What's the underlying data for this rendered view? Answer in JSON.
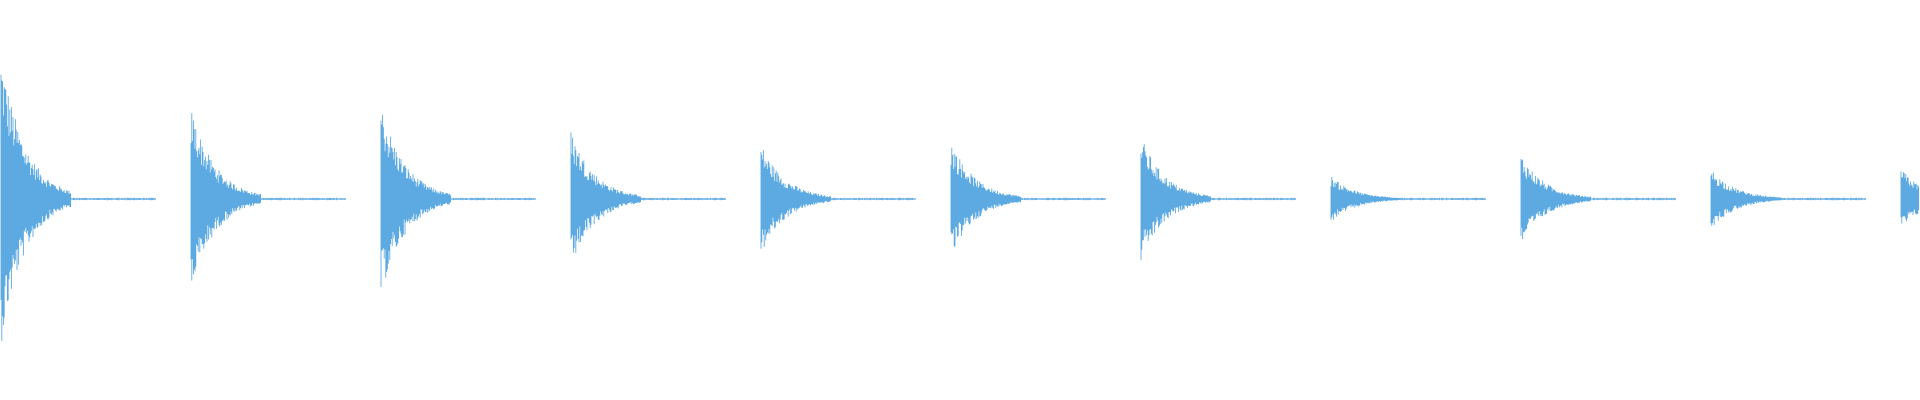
{
  "waveform": {
    "color": "#5DAAE3",
    "background": "#FFFFFF",
    "hit_count": 11,
    "hit_peak_amplitudes": [
      1.0,
      0.63,
      0.66,
      0.47,
      0.38,
      0.4,
      0.43,
      0.16,
      0.31,
      0.21,
      0.21
    ]
  }
}
